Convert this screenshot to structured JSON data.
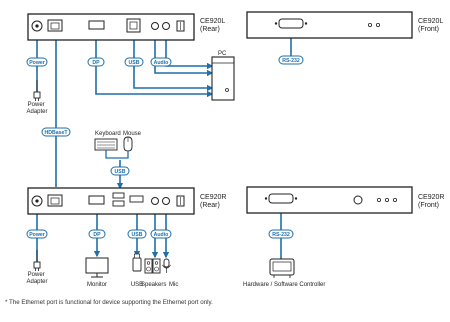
{
  "devices": {
    "ce920l_rear": [
      "CE920L",
      "(Rear)"
    ],
    "ce920l_front": [
      "CE920L",
      "(Front)"
    ],
    "ce920r_rear": [
      "CE920R",
      "(Rear)"
    ],
    "ce920r_front": [
      "CE920R",
      "(Front)"
    ]
  },
  "tags": {
    "power_top": "Power",
    "dp_top": "DP",
    "usb_top": "USB",
    "audio_top": "Audio",
    "rs232_top": "RS-232",
    "hdbaset": "HDBaseT",
    "usb_mid": "USB",
    "power_bottom": "Power",
    "dp_bottom": "DP",
    "usb_bottom": "USB",
    "audio_bottom": "Audio",
    "rs232_bottom": "RS-232"
  },
  "labels": {
    "pc": "PC",
    "power_adapter_top": [
      "Power",
      "Adapter"
    ],
    "keyboard": "Keyboard",
    "mouse": "Mouse",
    "power_adapter_bottom": [
      "Power",
      "Adapter"
    ],
    "monitor": "Monitor",
    "usb_device": "USB",
    "speakers": "Speakers",
    "mic": "Mic",
    "controller": "Hardware / Software Controller"
  },
  "footnote": "* The Ethernet port is functional for device supporting the Ethernet port only.",
  "colors": {
    "cable": "#1f6fa8",
    "device": "#222222"
  }
}
